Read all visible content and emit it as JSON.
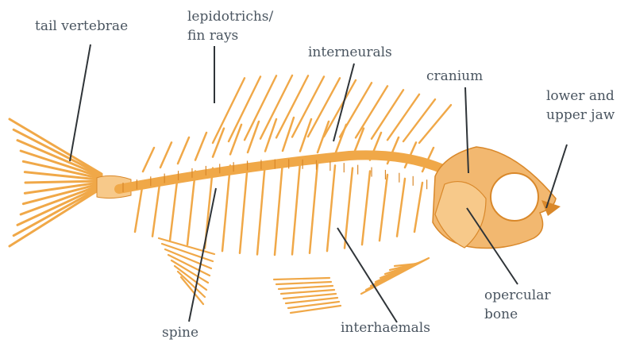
{
  "diagram": {
    "colors": {
      "bone": "#f0a848",
      "bone_dark": "#d9882a",
      "bone_light": "#f7c98a",
      "skull": "#f2b870",
      "leader_line": "#2f3438",
      "label_text": "#4a5560"
    },
    "labels": {
      "tail_vertebrae": "tail vertebrae",
      "lepidotrichs_line1": "lepidotrichs/",
      "lepidotrichs_line2": "fin rays",
      "interneurals": "interneurals",
      "cranium": "cranium",
      "jaw_line1": "lower and",
      "jaw_line2": "upper jaw",
      "spine": "spine",
      "interhaemals": "interhaemals",
      "opercular_line1": "opercular",
      "opercular_line2": "bone"
    }
  }
}
